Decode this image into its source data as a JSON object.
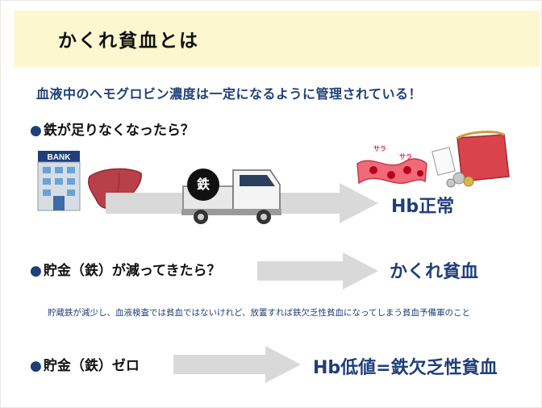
{
  "title": "かくれ貧血とは",
  "subtitle": "血液中のヘモグロビン濃度は一定になるように管理されている！",
  "bullet": "●",
  "sections": [
    {
      "label": "鉄が足りなくなったら？",
      "result": "Hb正常"
    },
    {
      "label": "貯金（鉄）が減ってきたら？",
      "result": "かくれ貧血"
    },
    {
      "label": "貯金（鉄）ゼロ",
      "result": "Hb低値=鉄欠乏性貧血"
    }
  ],
  "note": "貯蔵鉄が減少し、血液検査では貧血ではないけれど、放置すれば鉄欠乏性貧血になってしまう貧血予備軍のこと",
  "illustrations": {
    "bank_sign": "BANK",
    "truck_label": "鉄",
    "blood_label_1": "サラ",
    "blood_label_2": "サラ",
    "icons": [
      "bank-icon",
      "liver-icon",
      "truck-icon",
      "blood-vessel-icon",
      "wallet-icon"
    ]
  },
  "colors": {
    "title_bg": "#fdf7cf",
    "accent_text": "#1f3e7a",
    "arrow": "#d9d9d9"
  }
}
